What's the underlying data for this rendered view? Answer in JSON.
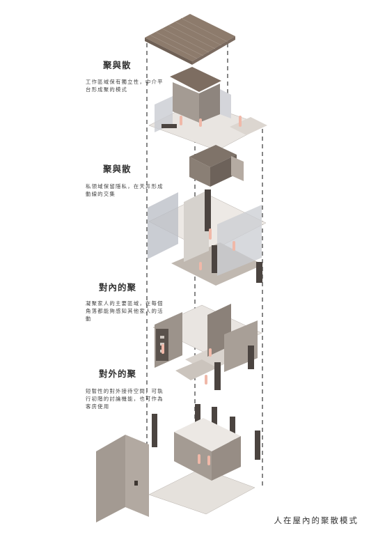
{
  "sections": [
    {
      "title": "聚與散",
      "description": "工作區域保有獨立性，中介平台形成聚的模式"
    },
    {
      "title": "聚與散",
      "description": "私領域保留隱私，在天井形成動線的交集"
    },
    {
      "title": "對內的聚",
      "description": "凝聚家人的主要區域，在每個角落都能夠感知其他家人的活動"
    },
    {
      "title": "對外的聚",
      "description": "短暫性的對外接待空間，可執行初階的討論機能，也可作為客房使用"
    }
  ],
  "caption": "人在屋內的聚散模式",
  "colors": {
    "roof_wood": "#8d7b6c",
    "wall_concrete": "#a49b93",
    "floor_light": "#e9e5e1",
    "glass": "#c9ccd2",
    "dark_post": "#4b4440",
    "figure": "#f0b8a8",
    "dashed_line": "#444444"
  }
}
